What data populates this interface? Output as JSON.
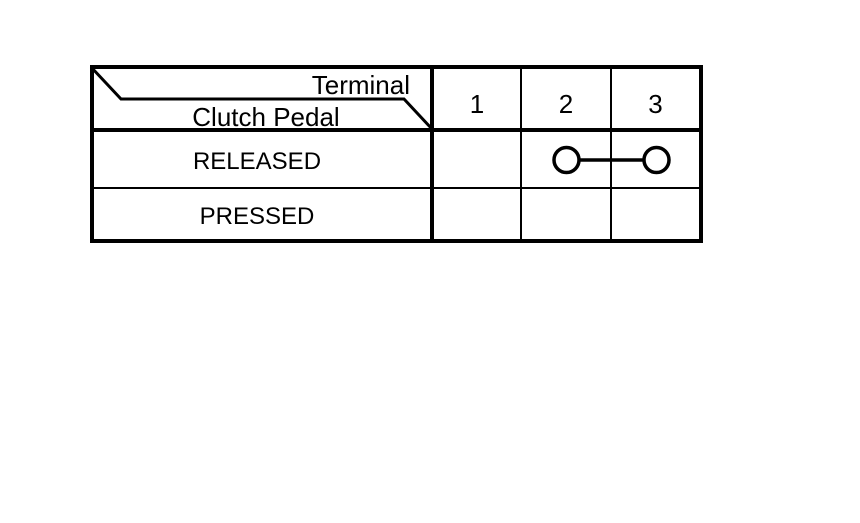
{
  "page": {
    "background": "#ffffff",
    "line_color": "#000000"
  },
  "table": {
    "corner_header": {
      "top_right_label": "Terminal",
      "bottom_left_label": "Clutch Pedal"
    },
    "terminal_columns": [
      "1",
      "2",
      "3"
    ],
    "rows": [
      {
        "label": "RELEASED",
        "continuity_between_terminals": [
          "2",
          "3"
        ]
      },
      {
        "label": "PRESSED",
        "continuity_between_terminals": []
      }
    ],
    "symbols": {
      "continuity": "open-circle-line-open-circle"
    }
  }
}
